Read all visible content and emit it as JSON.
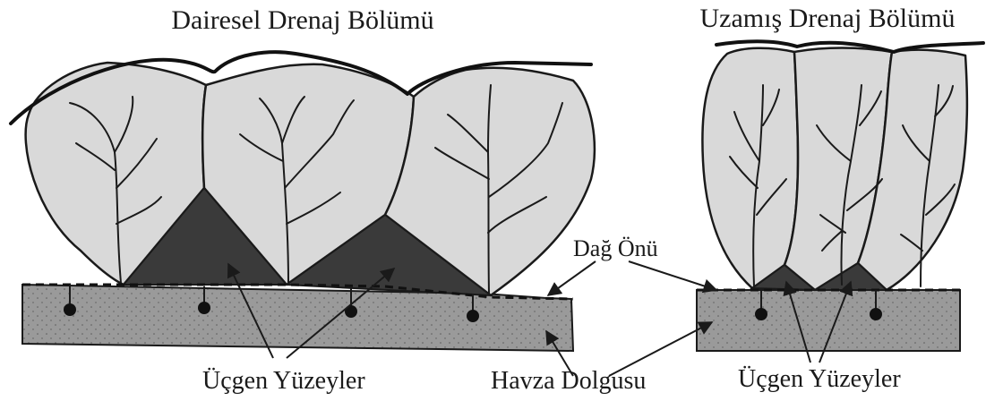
{
  "titles": {
    "circular": "Dairesel Drenaj Bölümü",
    "elongated": "Uzamış Drenaj Bölümü"
  },
  "labels": {
    "mountain_front": "Dağ Önü",
    "basin_fill": "Havza Dolgusu",
    "triangular_facets_left": "Üçgen Yüzeyler",
    "triangular_facets_right": "Üçgen Yüzeyler"
  }
}
